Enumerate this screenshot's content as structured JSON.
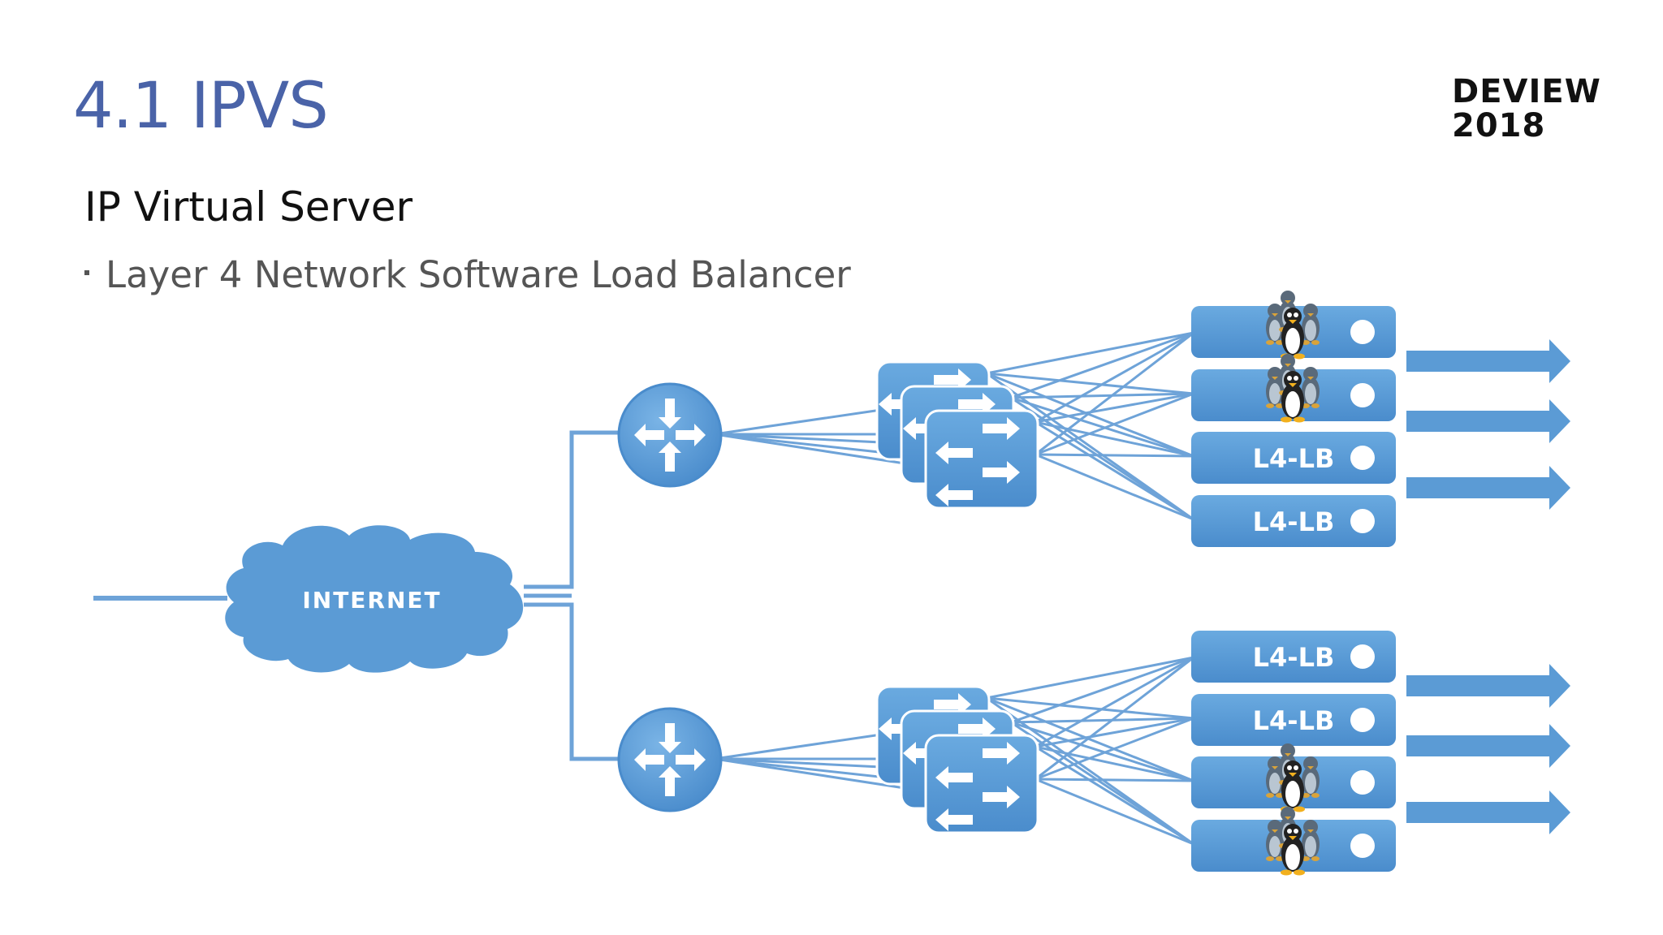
{
  "slide": {
    "title": "4.1 IPVS",
    "brand_line1": "DEVIEW",
    "brand_line2": "2018",
    "subtitle": "IP Virtual Server",
    "bullet": "Layer 4 Network Software Load Balancer"
  },
  "diagram": {
    "cloud_label": "INTERNET",
    "server_label": "L4-LB",
    "upper_servers": [
      "penguin",
      "penguin",
      "L4-LB",
      "L4-LB"
    ],
    "lower_servers": [
      "L4-LB",
      "L4-LB",
      "penguin",
      "penguin"
    ],
    "colors": {
      "primary": "#5b9bd5",
      "dark": "#3f7fbf",
      "title": "#4a63a8",
      "line": "#6ea3d8"
    }
  }
}
